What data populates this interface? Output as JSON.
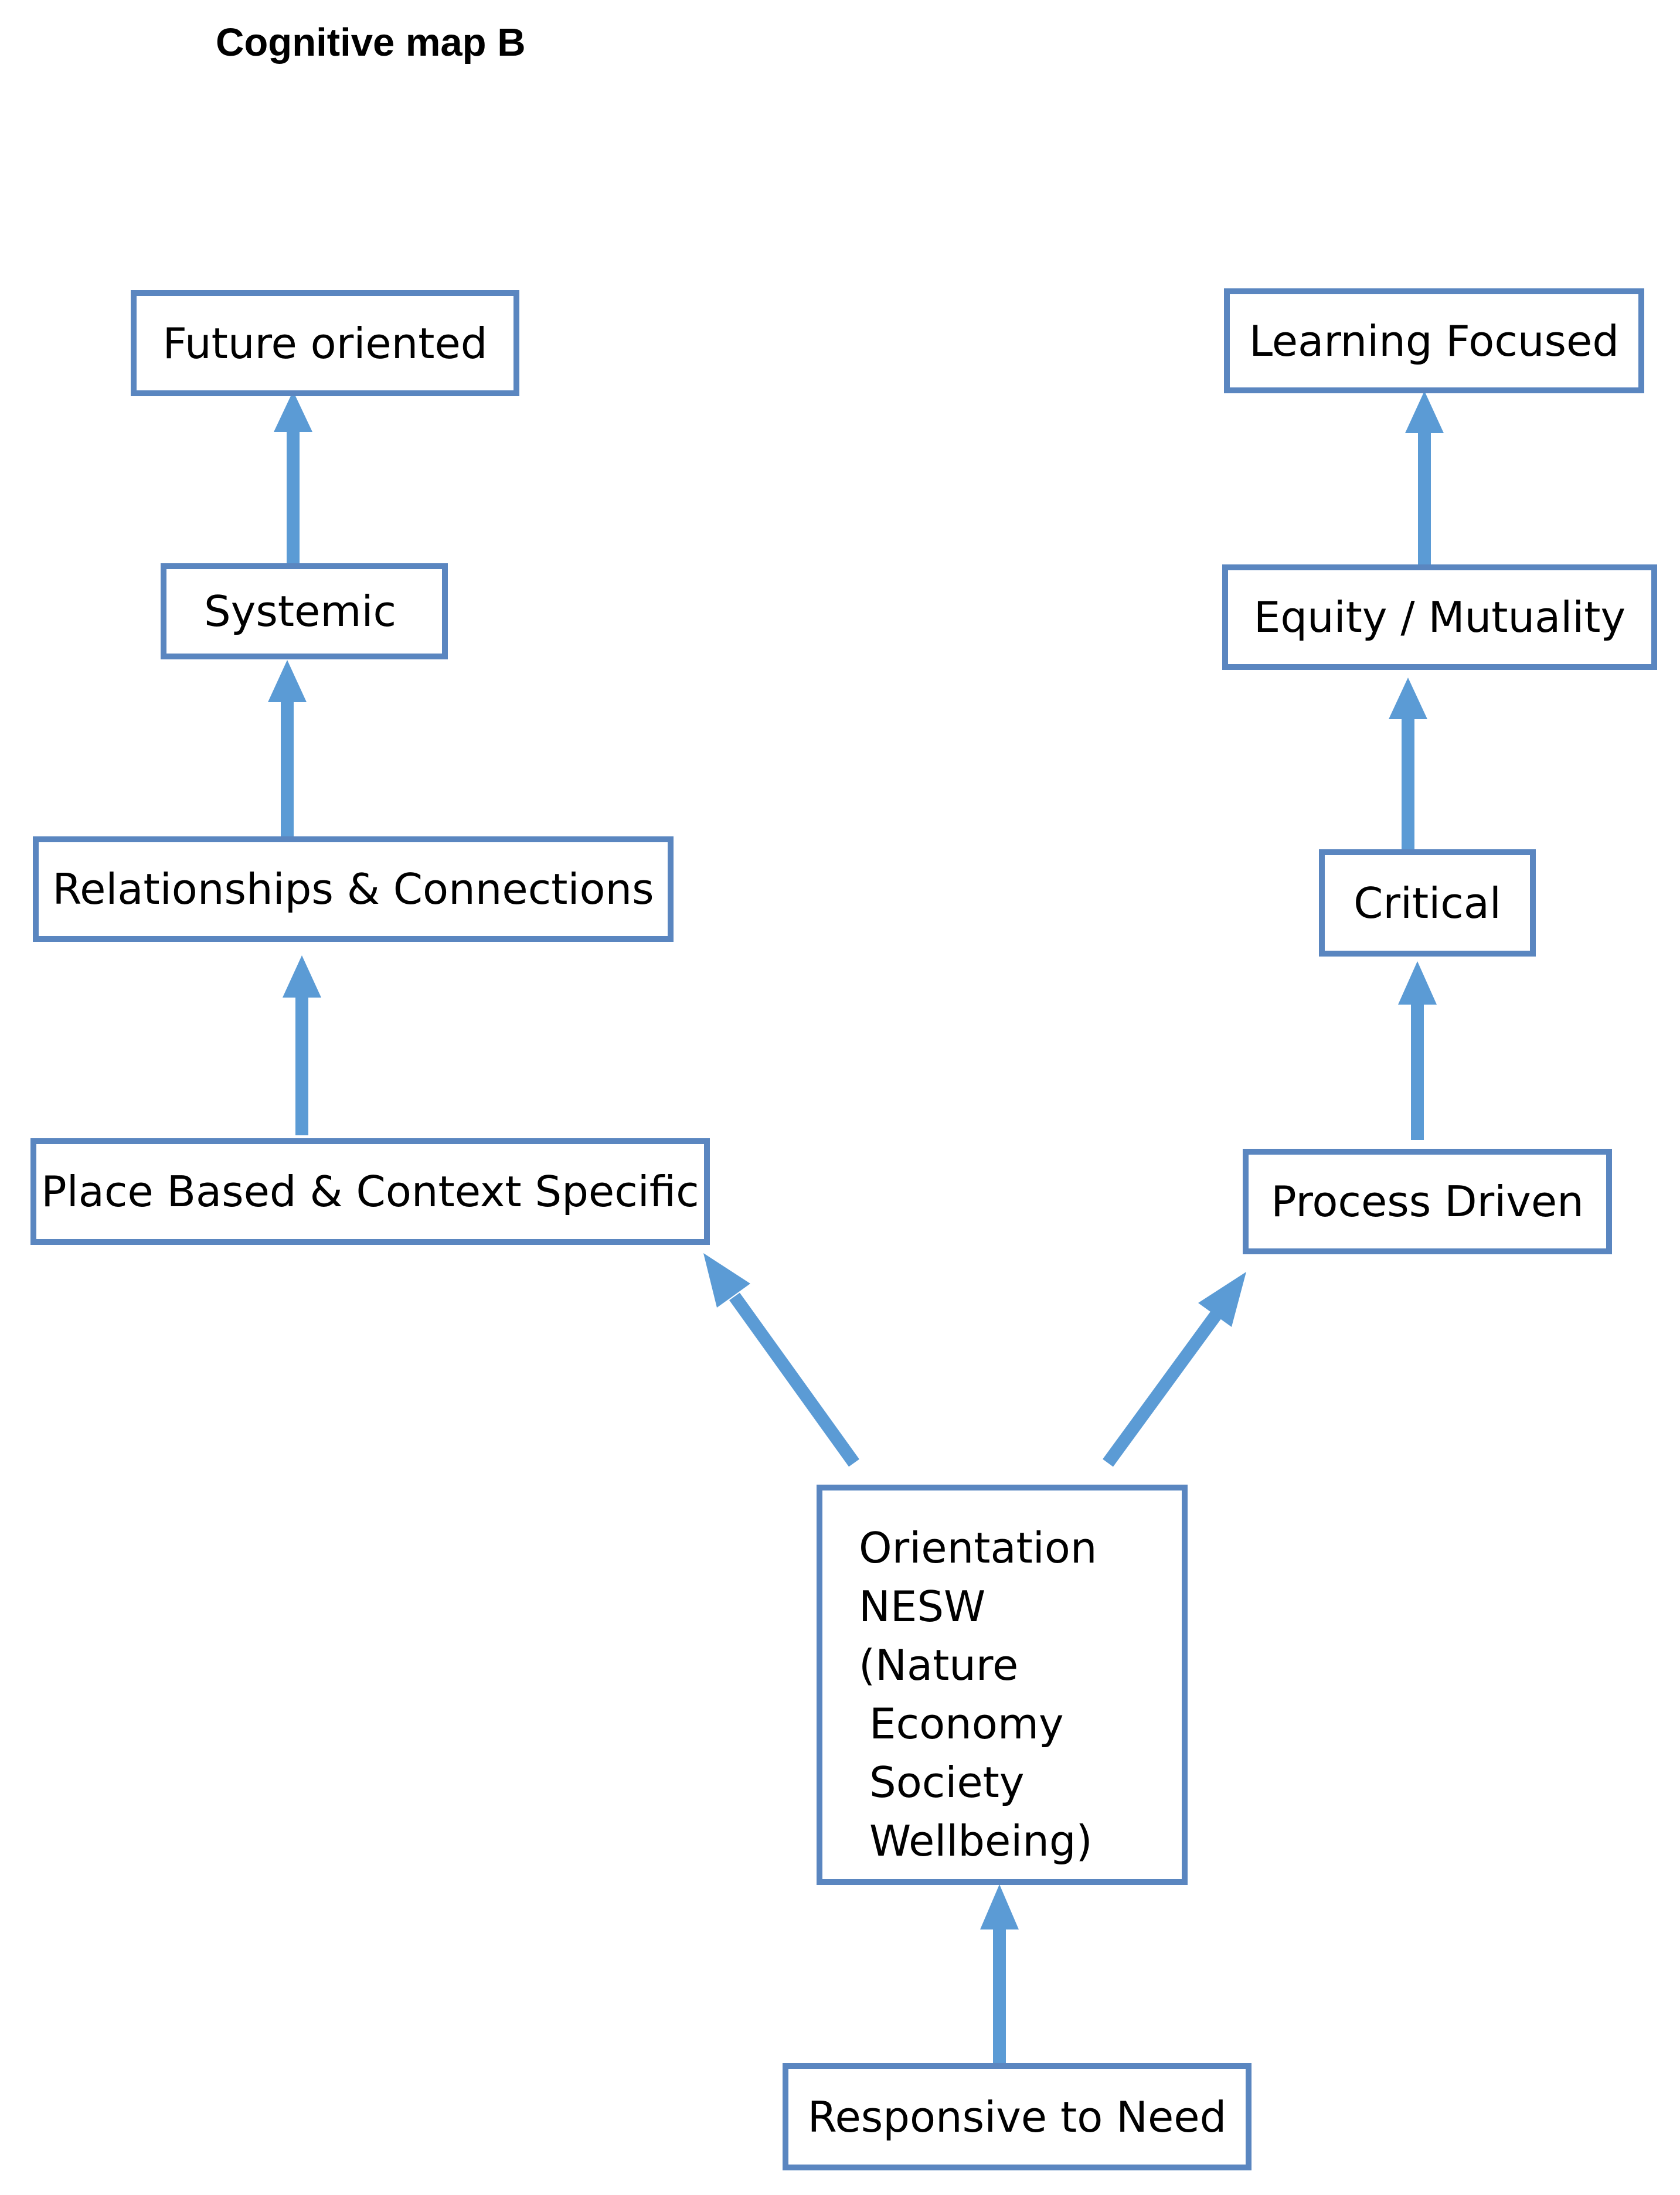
{
  "title": "Cognitive map B",
  "nodes": {
    "future_oriented": "Future oriented",
    "systemic": "Systemic",
    "relationships": "Relationships & Connections",
    "place_based": "Place Based & Context Specific",
    "learning_focused": "Learning Focused",
    "equity": "Equity / Mutuality",
    "critical": "Critical",
    "process_driven": "Process Driven",
    "orientation": [
      "Orientation",
      "NESW",
      "(Nature",
      "Economy",
      "Society",
      "Wellbeing)"
    ],
    "responsive": "Responsive to Need"
  },
  "colors": {
    "box_border": "#5a86c0",
    "arrow": "#5b9bd5"
  }
}
